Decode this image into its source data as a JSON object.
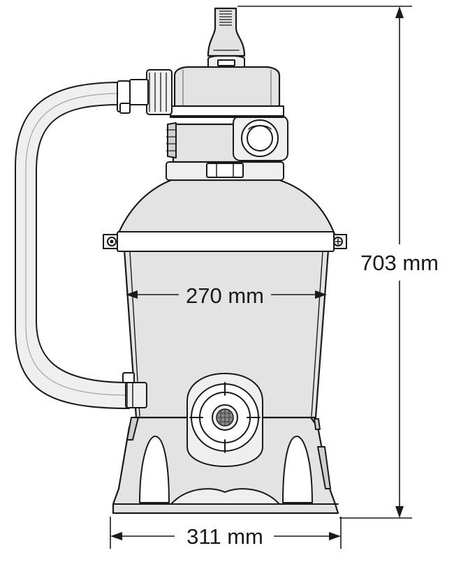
{
  "dimensions": {
    "height": {
      "label": "703 mm",
      "value": 703,
      "unit": "mm"
    },
    "tank_width": {
      "label": "270 mm",
      "value": 270,
      "unit": "mm"
    },
    "base_width": {
      "label": "311 mm",
      "value": 311,
      "unit": "mm"
    }
  },
  "colors": {
    "line": "#1a1a1a",
    "body": "#e3e3e3",
    "background": "#ffffff"
  }
}
